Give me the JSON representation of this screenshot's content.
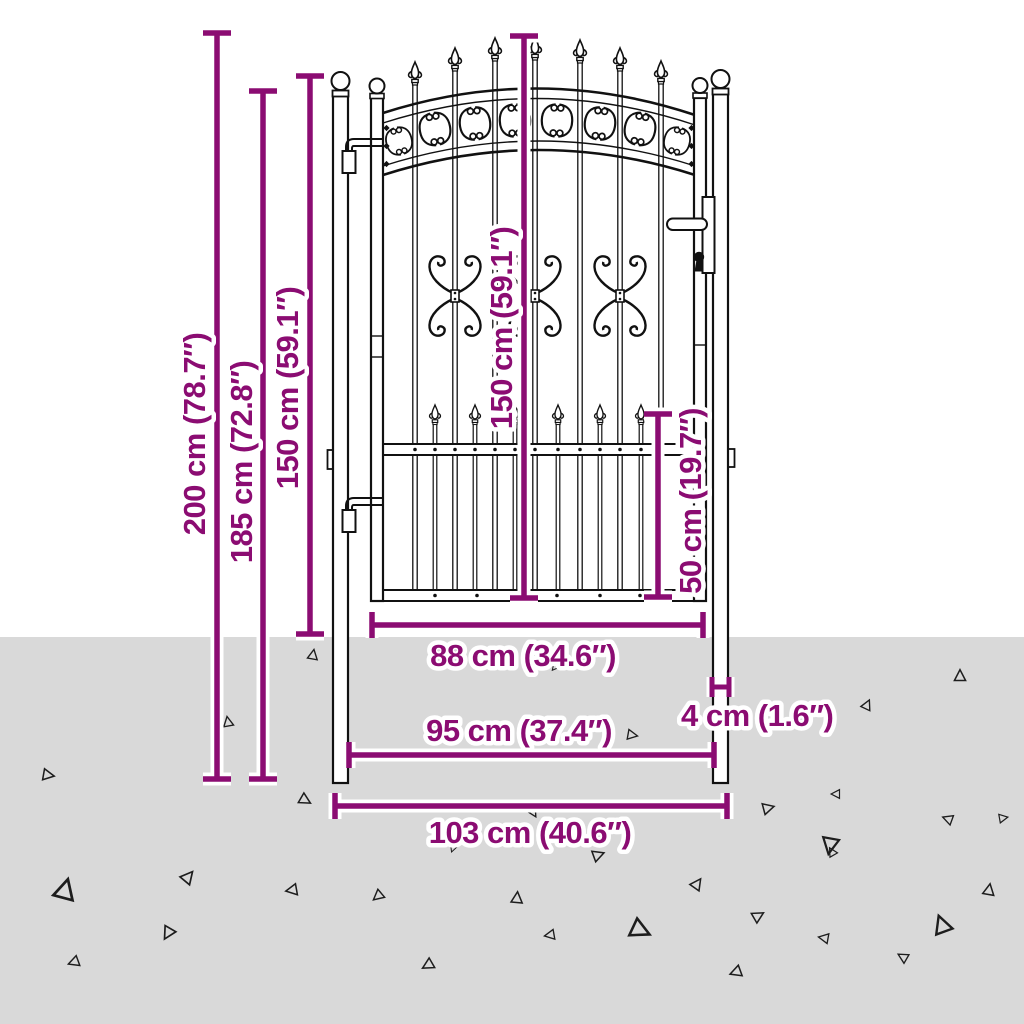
{
  "page": {
    "title": "Garden gate dimension diagram",
    "background_color": "#ffffff",
    "ground_color": "#d9d9d9",
    "accent_color": "#8B0C72",
    "line_color": "#1a1a1a"
  },
  "dimensions": {
    "post_total_height": {
      "label": "200 cm (78.7″)",
      "cm": 200,
      "inches": 78.7,
      "orientation": "vertical"
    },
    "post_height": {
      "label": "185 cm (72.8″)",
      "cm": 185,
      "inches": 72.8,
      "orientation": "vertical"
    },
    "height_above_ground": {
      "label": "150 cm (59.1″)",
      "cm": 150,
      "inches": 59.1,
      "orientation": "vertical"
    },
    "gate_leaf_height": {
      "label": "150 cm (59.1″)",
      "cm": 150,
      "inches": 59.1,
      "orientation": "vertical"
    },
    "lower_panel_height": {
      "label": "50 cm (19.7″)",
      "cm": 50,
      "inches": 19.7,
      "orientation": "vertical"
    },
    "gate_leaf_width": {
      "label": "88 cm (34.6″)",
      "cm": 88,
      "inches": 34.6,
      "orientation": "horizontal"
    },
    "clear_width_between_posts": {
      "label": "95 cm (37.4″)",
      "cm": 95,
      "inches": 37.4,
      "orientation": "horizontal"
    },
    "post_width": {
      "label": "4 cm (1.6″)",
      "cm": 4,
      "inches": 1.6,
      "orientation": "horizontal"
    },
    "overall_width": {
      "label": "103 cm (40.6″)",
      "cm": 103,
      "inches": 40.6,
      "orientation": "horizontal"
    }
  }
}
